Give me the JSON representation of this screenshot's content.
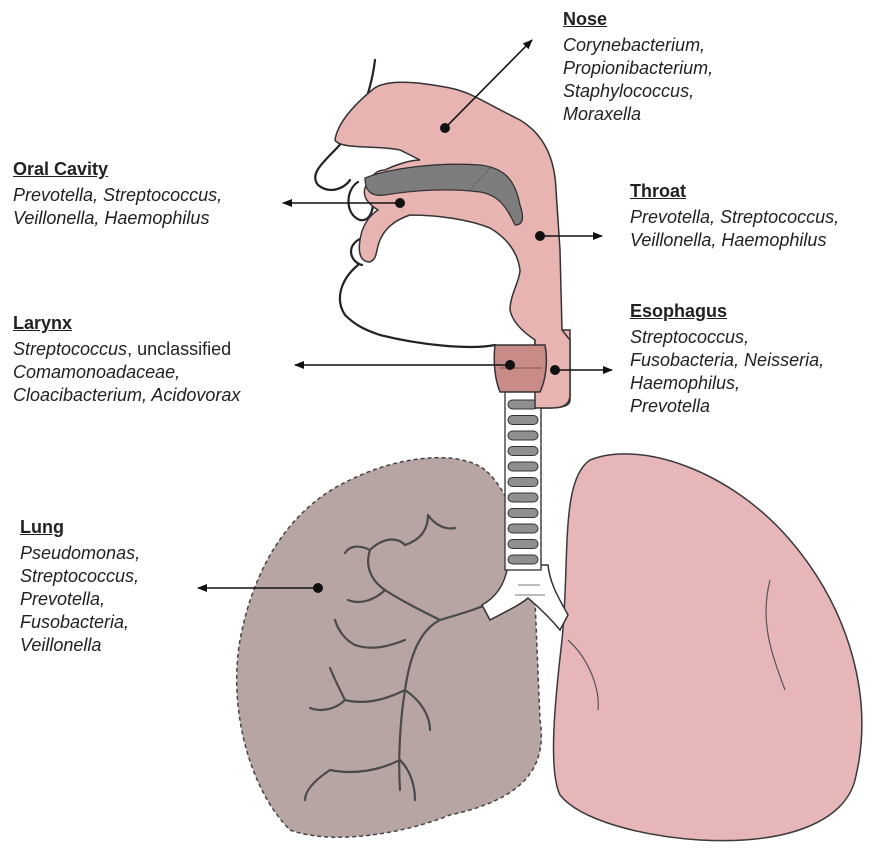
{
  "colors": {
    "airway_pink": "#e8b4b2",
    "larynx_dark": "#c98b88",
    "palate_gray": "#7d7d7d",
    "left_lung": "#b7a5a4",
    "right_lung": "#e7b6b8",
    "outline": "#3a3a3a",
    "bronchi": "#4a4a4a"
  },
  "labels": {
    "nose": {
      "title": "Nose",
      "lines": [
        "Corynebacterium,",
        "Propionibacterium,",
        "Staphylococcus,",
        "Moraxella"
      ]
    },
    "oral": {
      "title": "Oral Cavity",
      "lines": [
        "Prevotella, Streptococcus,",
        "Veillonella, Haemophilus"
      ]
    },
    "throat": {
      "title": "Throat",
      "lines": [
        "Prevotella, Streptococcus,",
        "Veillonella, Haemophilus"
      ]
    },
    "larynx": {
      "title": "Larynx",
      "line1_italic": "Streptococcus",
      "line1_normal": ", unclassified",
      "line2": "Comamonoadaceae,",
      "line3": "Cloacibacterium, Acidovorax"
    },
    "esophagus": {
      "title": "Esophagus",
      "lines": [
        "Streptococcus,",
        "Fusobacteria, Neisseria,",
        "Haemophilus,",
        "Prevotella"
      ]
    },
    "lung": {
      "title": "Lung",
      "lines": [
        "Pseudomonas,",
        "Streptococcus,",
        "Prevotella,",
        "Fusobacteria,",
        "Veillonella"
      ]
    }
  }
}
